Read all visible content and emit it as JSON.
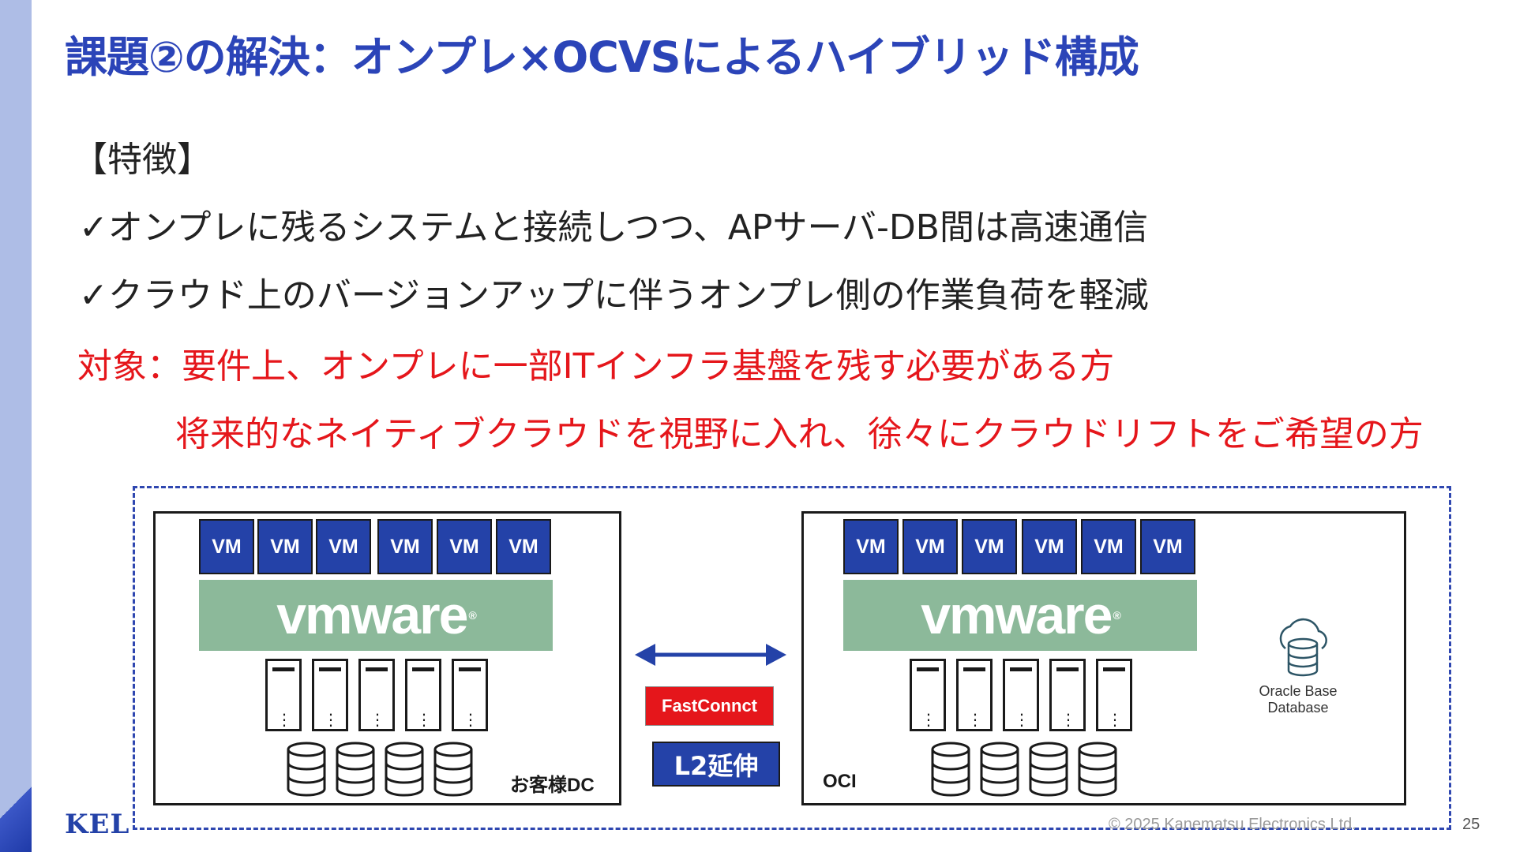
{
  "slide": {
    "title": "課題②の解決：オンプレ×OCVSによるハイブリッド構成",
    "features_heading": "【特徴】",
    "bullet_1": "✓オンプレに残るシステムと接続しつつ、APサーバ-DB間は高速通信",
    "bullet_2": "✓クラウド上のバージョンアップに伴うオンプレ側の作業負荷を軽減",
    "target_1": "対象：要件上、オンプレに一部ITインフラ基盤を残す必要がある方",
    "target_2": "将来的なネイティブクラウドを視野に入れ、徐々にクラウドリフトをご希望の方"
  },
  "diagram": {
    "onprem": {
      "label": "お客様DC",
      "vm_labels": [
        "VM",
        "VM",
        "VM",
        "VM",
        "VM",
        "VM"
      ],
      "platform": "vmware",
      "trademark": "®"
    },
    "cloud": {
      "label": "OCI",
      "vm_labels": [
        "VM",
        "VM",
        "VM",
        "VM",
        "VM",
        "VM"
      ],
      "platform": "vmware",
      "trademark": "®",
      "service_label": "Oracle Base Database"
    },
    "connection": {
      "fastconnect_label": "FastConnct",
      "l2_label": "L2延伸"
    }
  },
  "footer": {
    "logo": "KEL",
    "copyright": "© 2025 Kanematsu Electronics Ltd.",
    "page_number": "25"
  },
  "colors": {
    "title_blue": "#2b44b8",
    "vm_blue": "#2442a8",
    "vmware_green": "#8cb99a",
    "target_red": "#e5161b",
    "sidebar": "#aebde6"
  }
}
